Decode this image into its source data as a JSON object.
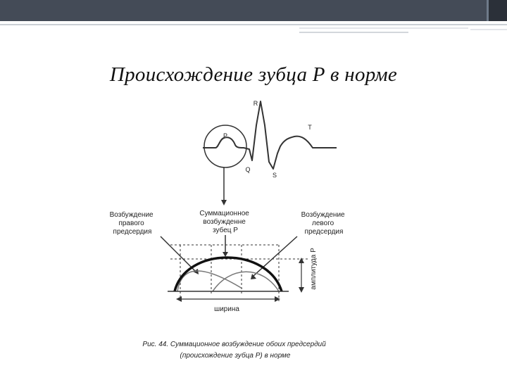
{
  "slide": {
    "title": "Происхождение зубца P в норме"
  },
  "figure": {
    "ecg_labels": {
      "p": "P",
      "q": "Q",
      "r": "R",
      "s": "S",
      "t": "T"
    },
    "label_right_atrium": [
      "Возбуждение",
      "правого",
      "предсердия"
    ],
    "label_summation": [
      "Суммационное",
      "возбужденне",
      "зубец P"
    ],
    "label_left_atrium": [
      "Возбуждение",
      "левого",
      "предсердия"
    ],
    "amplitude_label": "амплитуда P",
    "width_label": "ширина",
    "caption": [
      "Рис. 44. Суммационное возбуждение обоих предсердий",
      "(происхождение зубца P) в норме"
    ]
  },
  "colors": {
    "header_bar": "#444b57",
    "ink": "#222222"
  }
}
